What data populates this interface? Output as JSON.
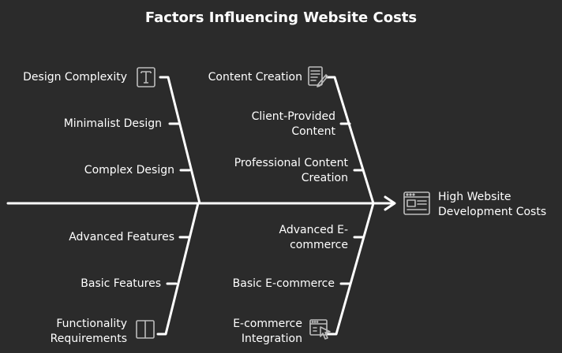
{
  "title": "Factors Influencing Website Costs",
  "effect": {
    "label": "High Website\nDevelopment Costs",
    "icon": "web-browser-icon"
  },
  "categories": [
    {
      "label": "Design Complexity",
      "icon": "text-format-icon",
      "causes": [
        "Minimalist Design",
        "Complex Design"
      ]
    },
    {
      "label": "Content Creation",
      "icon": "document-pencil-icon",
      "causes": [
        "Client-Provided\nContent",
        "Professional Content\nCreation"
      ]
    },
    {
      "label": "Functionality\nRequirements",
      "icon": "layout-panels-icon",
      "causes": [
        "Advanced Features",
        "Basic Features"
      ]
    },
    {
      "label": "E-commerce\nIntegration",
      "icon": "browser-cursor-icon",
      "causes": [
        "Advanced E-\ncommerce",
        "Basic E-commerce"
      ]
    }
  ],
  "colors": {
    "background": "#2b2b2b",
    "stroke": "#ffffff",
    "icon": "#bdbdbd"
  }
}
